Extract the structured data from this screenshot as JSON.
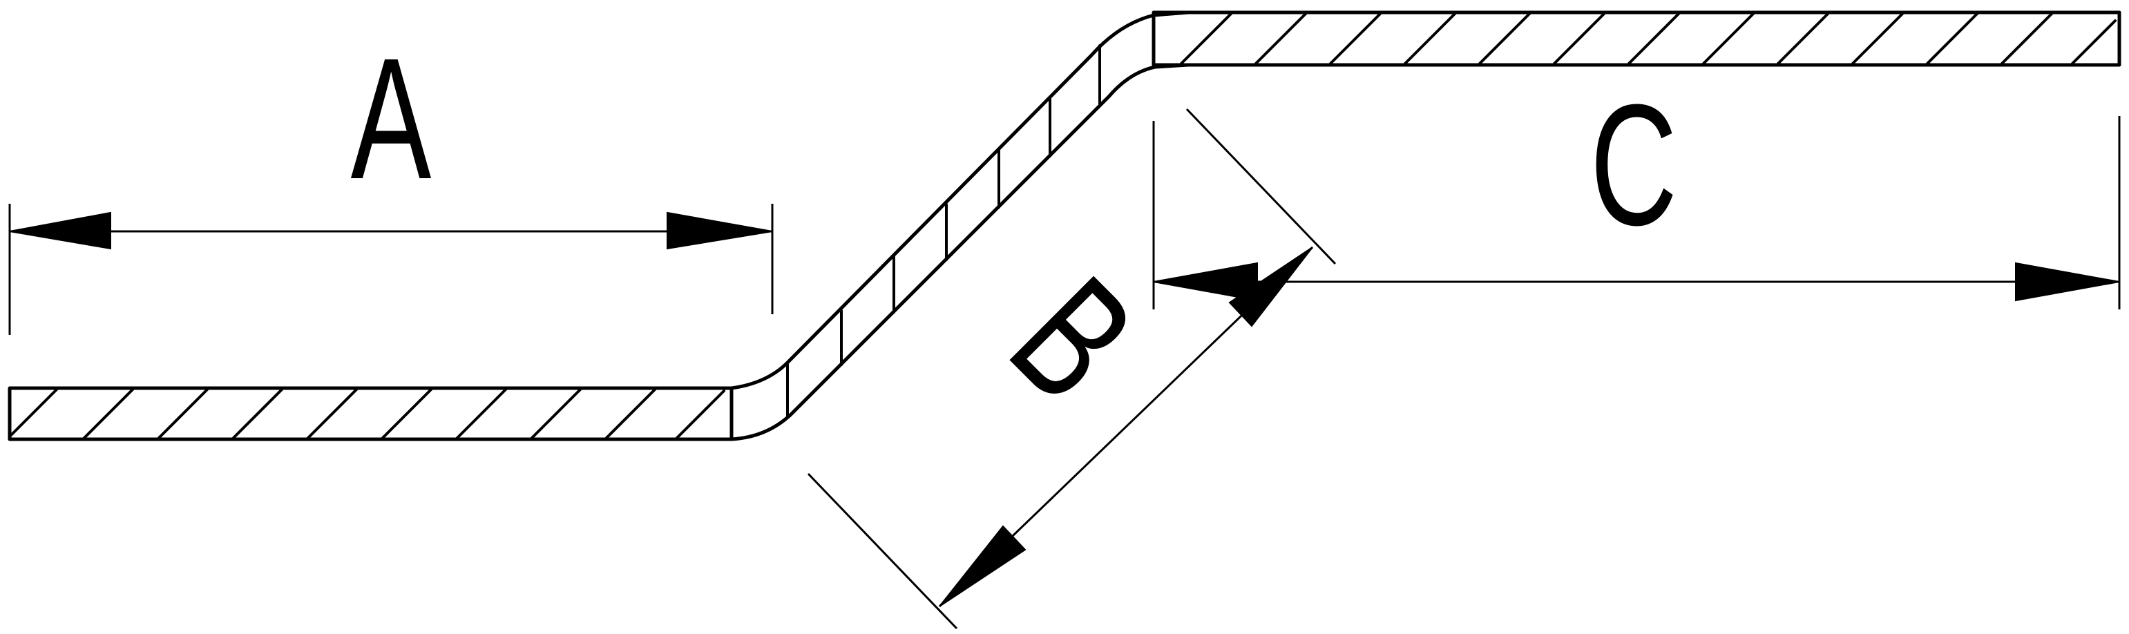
{
  "dimension_labels": {
    "a": "A",
    "b": "B",
    "c": "C"
  },
  "colors": {
    "line": "#000000",
    "background": "#ffffff"
  }
}
